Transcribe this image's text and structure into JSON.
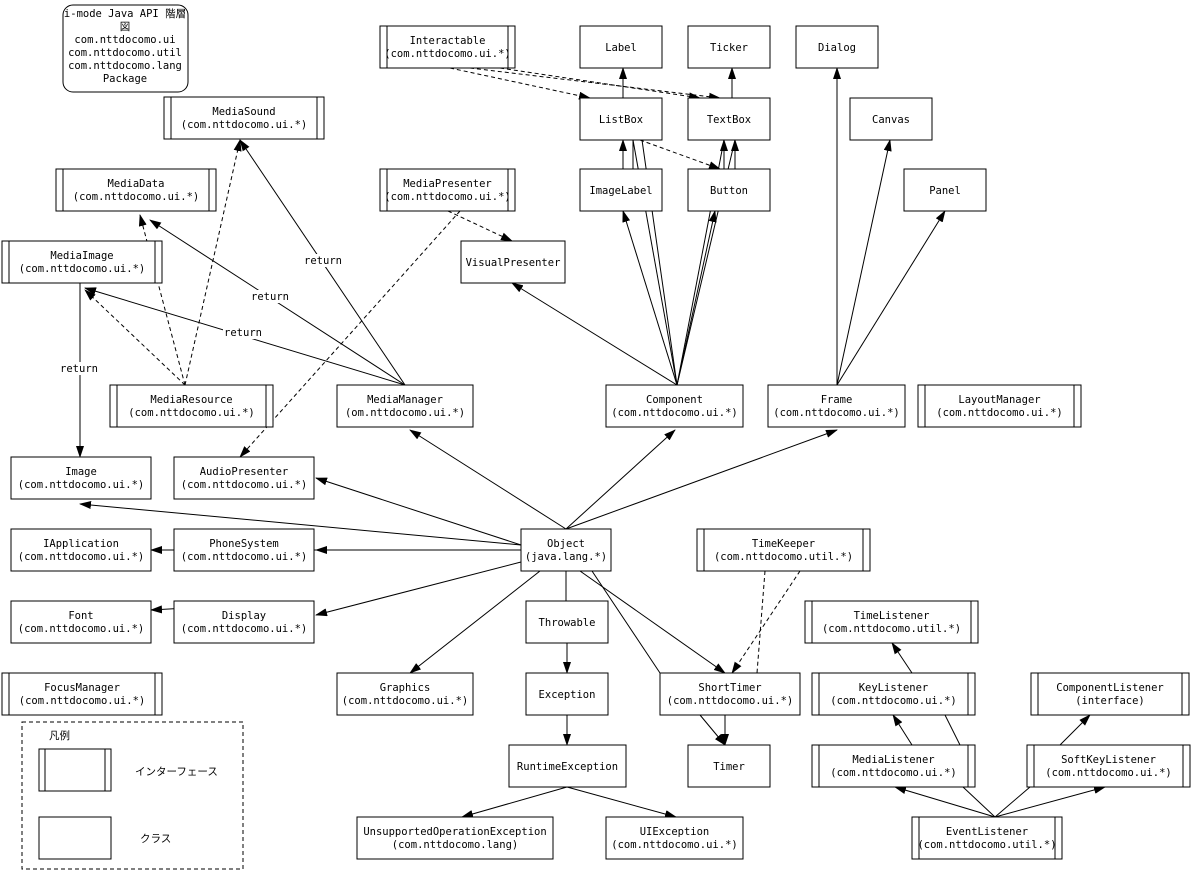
{
  "title_box": {
    "lines": [
      "i-mode Java API 階層",
      "図",
      "com.nttdocomo.ui",
      "com.nttdocomo.util",
      "com.nttdocomo.lang",
      "Package"
    ]
  },
  "legend": {
    "title": "凡例",
    "interface_label": "インターフェース",
    "class_label": "クラス"
  },
  "nodes": {
    "interactable": {
      "kind": "interface",
      "lines": [
        "Interactable",
        "(com.nttdocomo.ui.*)"
      ]
    },
    "label": {
      "kind": "class",
      "lines": [
        "Label"
      ]
    },
    "ticker": {
      "kind": "class",
      "lines": [
        "Ticker"
      ]
    },
    "dialog": {
      "kind": "class",
      "lines": [
        "Dialog"
      ]
    },
    "mediasound": {
      "kind": "interface",
      "lines": [
        "MediaSound",
        "(com.nttdocomo.ui.*)"
      ]
    },
    "listbox": {
      "kind": "class",
      "lines": [
        "ListBox"
      ]
    },
    "textbox": {
      "kind": "class",
      "lines": [
        "TextBox"
      ]
    },
    "canvas": {
      "kind": "class",
      "lines": [
        "Canvas"
      ]
    },
    "mediadata": {
      "kind": "interface",
      "lines": [
        "MediaData",
        "(com.nttdocomo.ui.*)"
      ]
    },
    "mediapresenter": {
      "kind": "interface",
      "lines": [
        "MediaPresenter",
        "(com.nttdocomo.ui.*)"
      ]
    },
    "imagelabel": {
      "kind": "class",
      "lines": [
        "ImageLabel"
      ]
    },
    "button": {
      "kind": "class",
      "lines": [
        "Button"
      ]
    },
    "panel": {
      "kind": "class",
      "lines": [
        "Panel"
      ]
    },
    "mediaimage": {
      "kind": "interface",
      "lines": [
        "MediaImage",
        "(com.nttdocomo.ui.*)"
      ]
    },
    "visualpresenter": {
      "kind": "class",
      "lines": [
        "VisualPresenter"
      ]
    },
    "mediaresource": {
      "kind": "interface",
      "lines": [
        "MediaResource",
        "(com.nttdocomo.ui.*)"
      ]
    },
    "mediamanager": {
      "kind": "class",
      "lines": [
        "MediaManager",
        "(om.nttdocomo.ui.*)"
      ]
    },
    "component": {
      "kind": "class",
      "lines": [
        "Component",
        "(com.nttdocomo.ui.*)"
      ]
    },
    "frame": {
      "kind": "class",
      "lines": [
        "Frame",
        "(com.nttdocomo.ui.*)"
      ]
    },
    "layoutmanager": {
      "kind": "interface",
      "lines": [
        "LayoutManager",
        "(com.nttdocomo.ui.*)"
      ]
    },
    "image": {
      "kind": "class",
      "lines": [
        "Image",
        "(com.nttdocomo.ui.*)"
      ]
    },
    "audiopresenter": {
      "kind": "class",
      "lines": [
        "AudioPresenter",
        "(com.nttdocomo.ui.*)"
      ]
    },
    "iapplication": {
      "kind": "class",
      "lines": [
        "IApplication",
        "(com.nttdocomo.ui.*)"
      ]
    },
    "phonesystem": {
      "kind": "class",
      "lines": [
        "PhoneSystem",
        "(com.nttdocomo.ui.*)"
      ]
    },
    "object": {
      "kind": "class",
      "lines": [
        "Object",
        "(java.lang.*)"
      ]
    },
    "timekeeper": {
      "kind": "interface",
      "lines": [
        "TimeKeeper",
        "(com.nttdocomo.util.*)"
      ]
    },
    "font": {
      "kind": "class",
      "lines": [
        "Font",
        "(com.nttdocomo.ui.*)"
      ]
    },
    "display": {
      "kind": "class",
      "lines": [
        "Display",
        "(com.nttdocomo.ui.*)"
      ]
    },
    "throwable": {
      "kind": "class",
      "lines": [
        "Throwable"
      ]
    },
    "timelistener": {
      "kind": "interface",
      "lines": [
        "TimeListener",
        "(com.nttdocomo.util.*)"
      ]
    },
    "focusmanager": {
      "kind": "interface",
      "lines": [
        "FocusManager",
        "(com.nttdocomo.ui.*)"
      ]
    },
    "graphics": {
      "kind": "class",
      "lines": [
        "Graphics",
        "(com.nttdocomo.ui.*)"
      ]
    },
    "exception": {
      "kind": "class",
      "lines": [
        "Exception"
      ]
    },
    "shorttimer": {
      "kind": "class",
      "lines": [
        "ShortTimer",
        "(com.nttdocomo.ui.*)"
      ]
    },
    "keylistener": {
      "kind": "interface",
      "lines": [
        "KeyListener",
        "(com.nttdocomo.ui.*)"
      ]
    },
    "componentlistener": {
      "kind": "interface",
      "lines": [
        "ComponentListener",
        "(interface)"
      ]
    },
    "runtimeexception": {
      "kind": "class",
      "lines": [
        "RuntimeException"
      ]
    },
    "timer": {
      "kind": "class",
      "lines": [
        "Timer"
      ]
    },
    "medialistener": {
      "kind": "interface",
      "lines": [
        "MediaListener",
        "(com.nttdocomo.ui.*)"
      ]
    },
    "softkeylistener": {
      "kind": "interface",
      "lines": [
        "SoftKeyListener",
        "(com.nttdocomo.ui.*)"
      ]
    },
    "unsupportedoperationexception": {
      "kind": "class",
      "lines": [
        "UnsupportedOperationException",
        "(com.nttdocomo.lang)"
      ]
    },
    "uiexception": {
      "kind": "class",
      "lines": [
        "UIException",
        "(com.nttdocomo.ui.*)"
      ]
    },
    "eventlistener": {
      "kind": "interface",
      "lines": [
        "EventListener",
        "(com.nttdocomo.util.*)"
      ]
    }
  },
  "edge_labels": {
    "return_label": "return"
  }
}
